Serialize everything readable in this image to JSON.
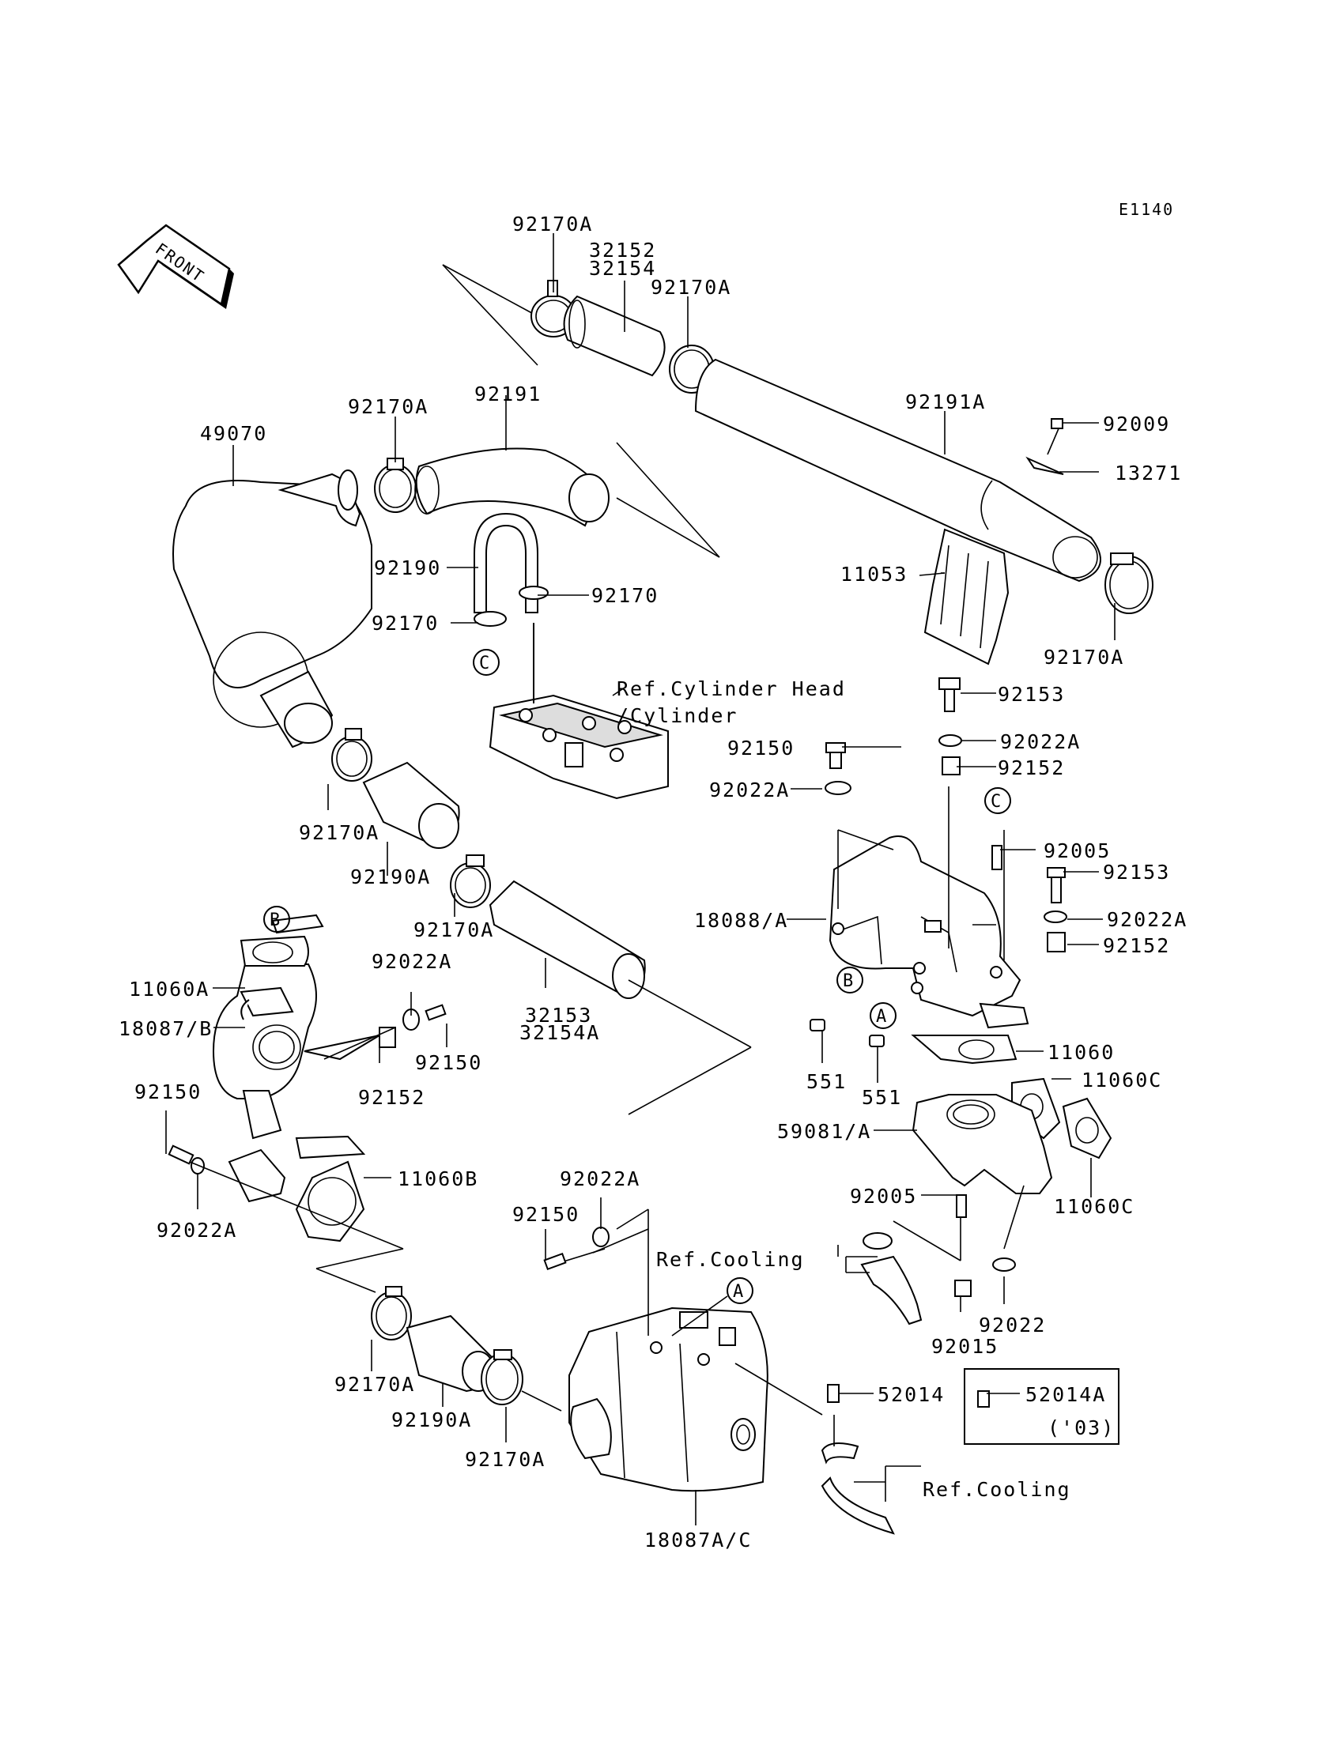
{
  "diagram_code": "E1140",
  "front_label": "FRONT",
  "parts": {
    "p92170A_top": "92170A",
    "p32152": "32152",
    "p32154": "32154",
    "p92170A_top2": "92170A",
    "p92170A_mid": "92170A",
    "p92191": "92191",
    "p49070": "49070",
    "p92191A": "92191A",
    "p92009": "92009",
    "p13271": "13271",
    "p92190": "92190",
    "p92170_right": "92170",
    "p92170_left": "92170",
    "p11053": "11053",
    "p92170A_right": "92170A",
    "ref_cyl_head_1": "Ref.Cylinder Head",
    "ref_cyl_head_2": "/Cylinder",
    "p92153_top": "92153",
    "p92150_top": "92150",
    "p92022A_top": "92022A",
    "p92022A_left": "92022A",
    "p92152_top": "92152",
    "p92170A_lower": "92170A",
    "p92190A_lower": "92190A",
    "p92005_top": "92005",
    "p92153_mid": "92153",
    "p92170A_lower2": "92170A",
    "p18088A": "18088/A",
    "p92022A_mid": "92022A",
    "p92152_mid": "92152",
    "p92022A_left2": "92022A",
    "p11060A": "11060A",
    "p18087B": "18087/B",
    "p32153": "32153",
    "p32154A": "32154A",
    "p92150_left": "92150",
    "p92152_left": "92152",
    "p551_a": "551",
    "p551_b": "551",
    "p11060": "11060",
    "p11060C_top": "11060C",
    "p92150_far": "92150",
    "p59081A": "59081/A",
    "p11060B": "11060B",
    "p11060C_bot": "11060C",
    "p92022A_bottom": "92022A",
    "p92022A_center": "92022A",
    "p92150_center": "92150",
    "p92005_bot": "92005",
    "ref_cooling_1": "Ref.Cooling",
    "p92022": "92022",
    "p92015": "92015",
    "p92170A_b1": "92170A",
    "p52014": "52014",
    "p52014A": "52014A",
    "p52014A_year": "('03)",
    "p92190A_b": "92190A",
    "p92170A_b2": "92170A",
    "ref_cooling_2": "Ref.Cooling",
    "p18087AC": "18087A/C"
  },
  "callouts": {
    "c_top": "C",
    "c_right": "C",
    "b_left": "B",
    "b_right": "B",
    "a_right": "A",
    "a_center": "A"
  }
}
